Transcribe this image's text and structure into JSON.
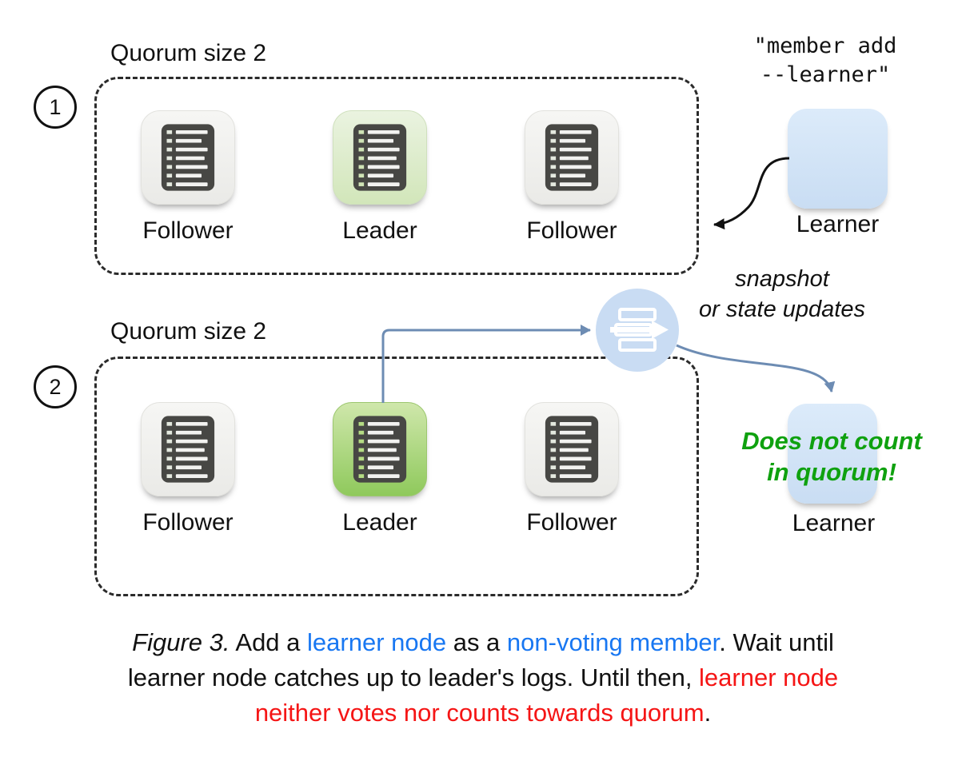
{
  "colors": {
    "caption_blue": "#1877f2",
    "caption_red": "#f51515",
    "quorum_note_green": "#0fa10f",
    "learner_fill": "#d3e3f6",
    "leader_soft_fill": "#d9e9c4",
    "leader_strong_fill": "#9ecf68",
    "follower_fill": "#f1f1ef",
    "arrow_blue": "#6d8cb3",
    "arrow_black": "#111111"
  },
  "panel1": {
    "badge": "1",
    "quorum_label": "Quorum size 2",
    "nodes": [
      {
        "role": "Follower"
      },
      {
        "role": "Leader"
      },
      {
        "role": "Follower"
      }
    ],
    "command": {
      "line1": "\"member add",
      "line2": "--learner\""
    },
    "learner": {
      "label": "Learner"
    }
  },
  "panel2": {
    "badge": "2",
    "quorum_label": "Quorum size 2",
    "nodes": [
      {
        "role": "Follower"
      },
      {
        "role": "Leader"
      },
      {
        "role": "Follower"
      }
    ],
    "snapshot_annotation": {
      "line1": "snapshot",
      "line2": "or state updates"
    },
    "learner": {
      "label": "Learner"
    },
    "quorum_note": {
      "line1": "Does not count",
      "line2": "in quorum!"
    }
  },
  "caption": {
    "lines": [
      {
        "segments": [
          {
            "text": "Figure 3.",
            "style": "italic"
          },
          {
            "text": " Add a ",
            "style": "plain"
          },
          {
            "text": "learner node",
            "style": "blue"
          },
          {
            "text": " as a ",
            "style": "plain"
          },
          {
            "text": "non-voting member",
            "style": "blue"
          },
          {
            "text": ". Wait until",
            "style": "plain"
          }
        ]
      },
      {
        "segments": [
          {
            "text": "learner node catches up to leader's logs. Until then, ",
            "style": "plain"
          },
          {
            "text": "learner node",
            "style": "red"
          }
        ]
      },
      {
        "segments": [
          {
            "text": "neither votes nor counts towards quorum",
            "style": "red"
          },
          {
            "text": ".",
            "style": "plain"
          }
        ]
      }
    ]
  }
}
